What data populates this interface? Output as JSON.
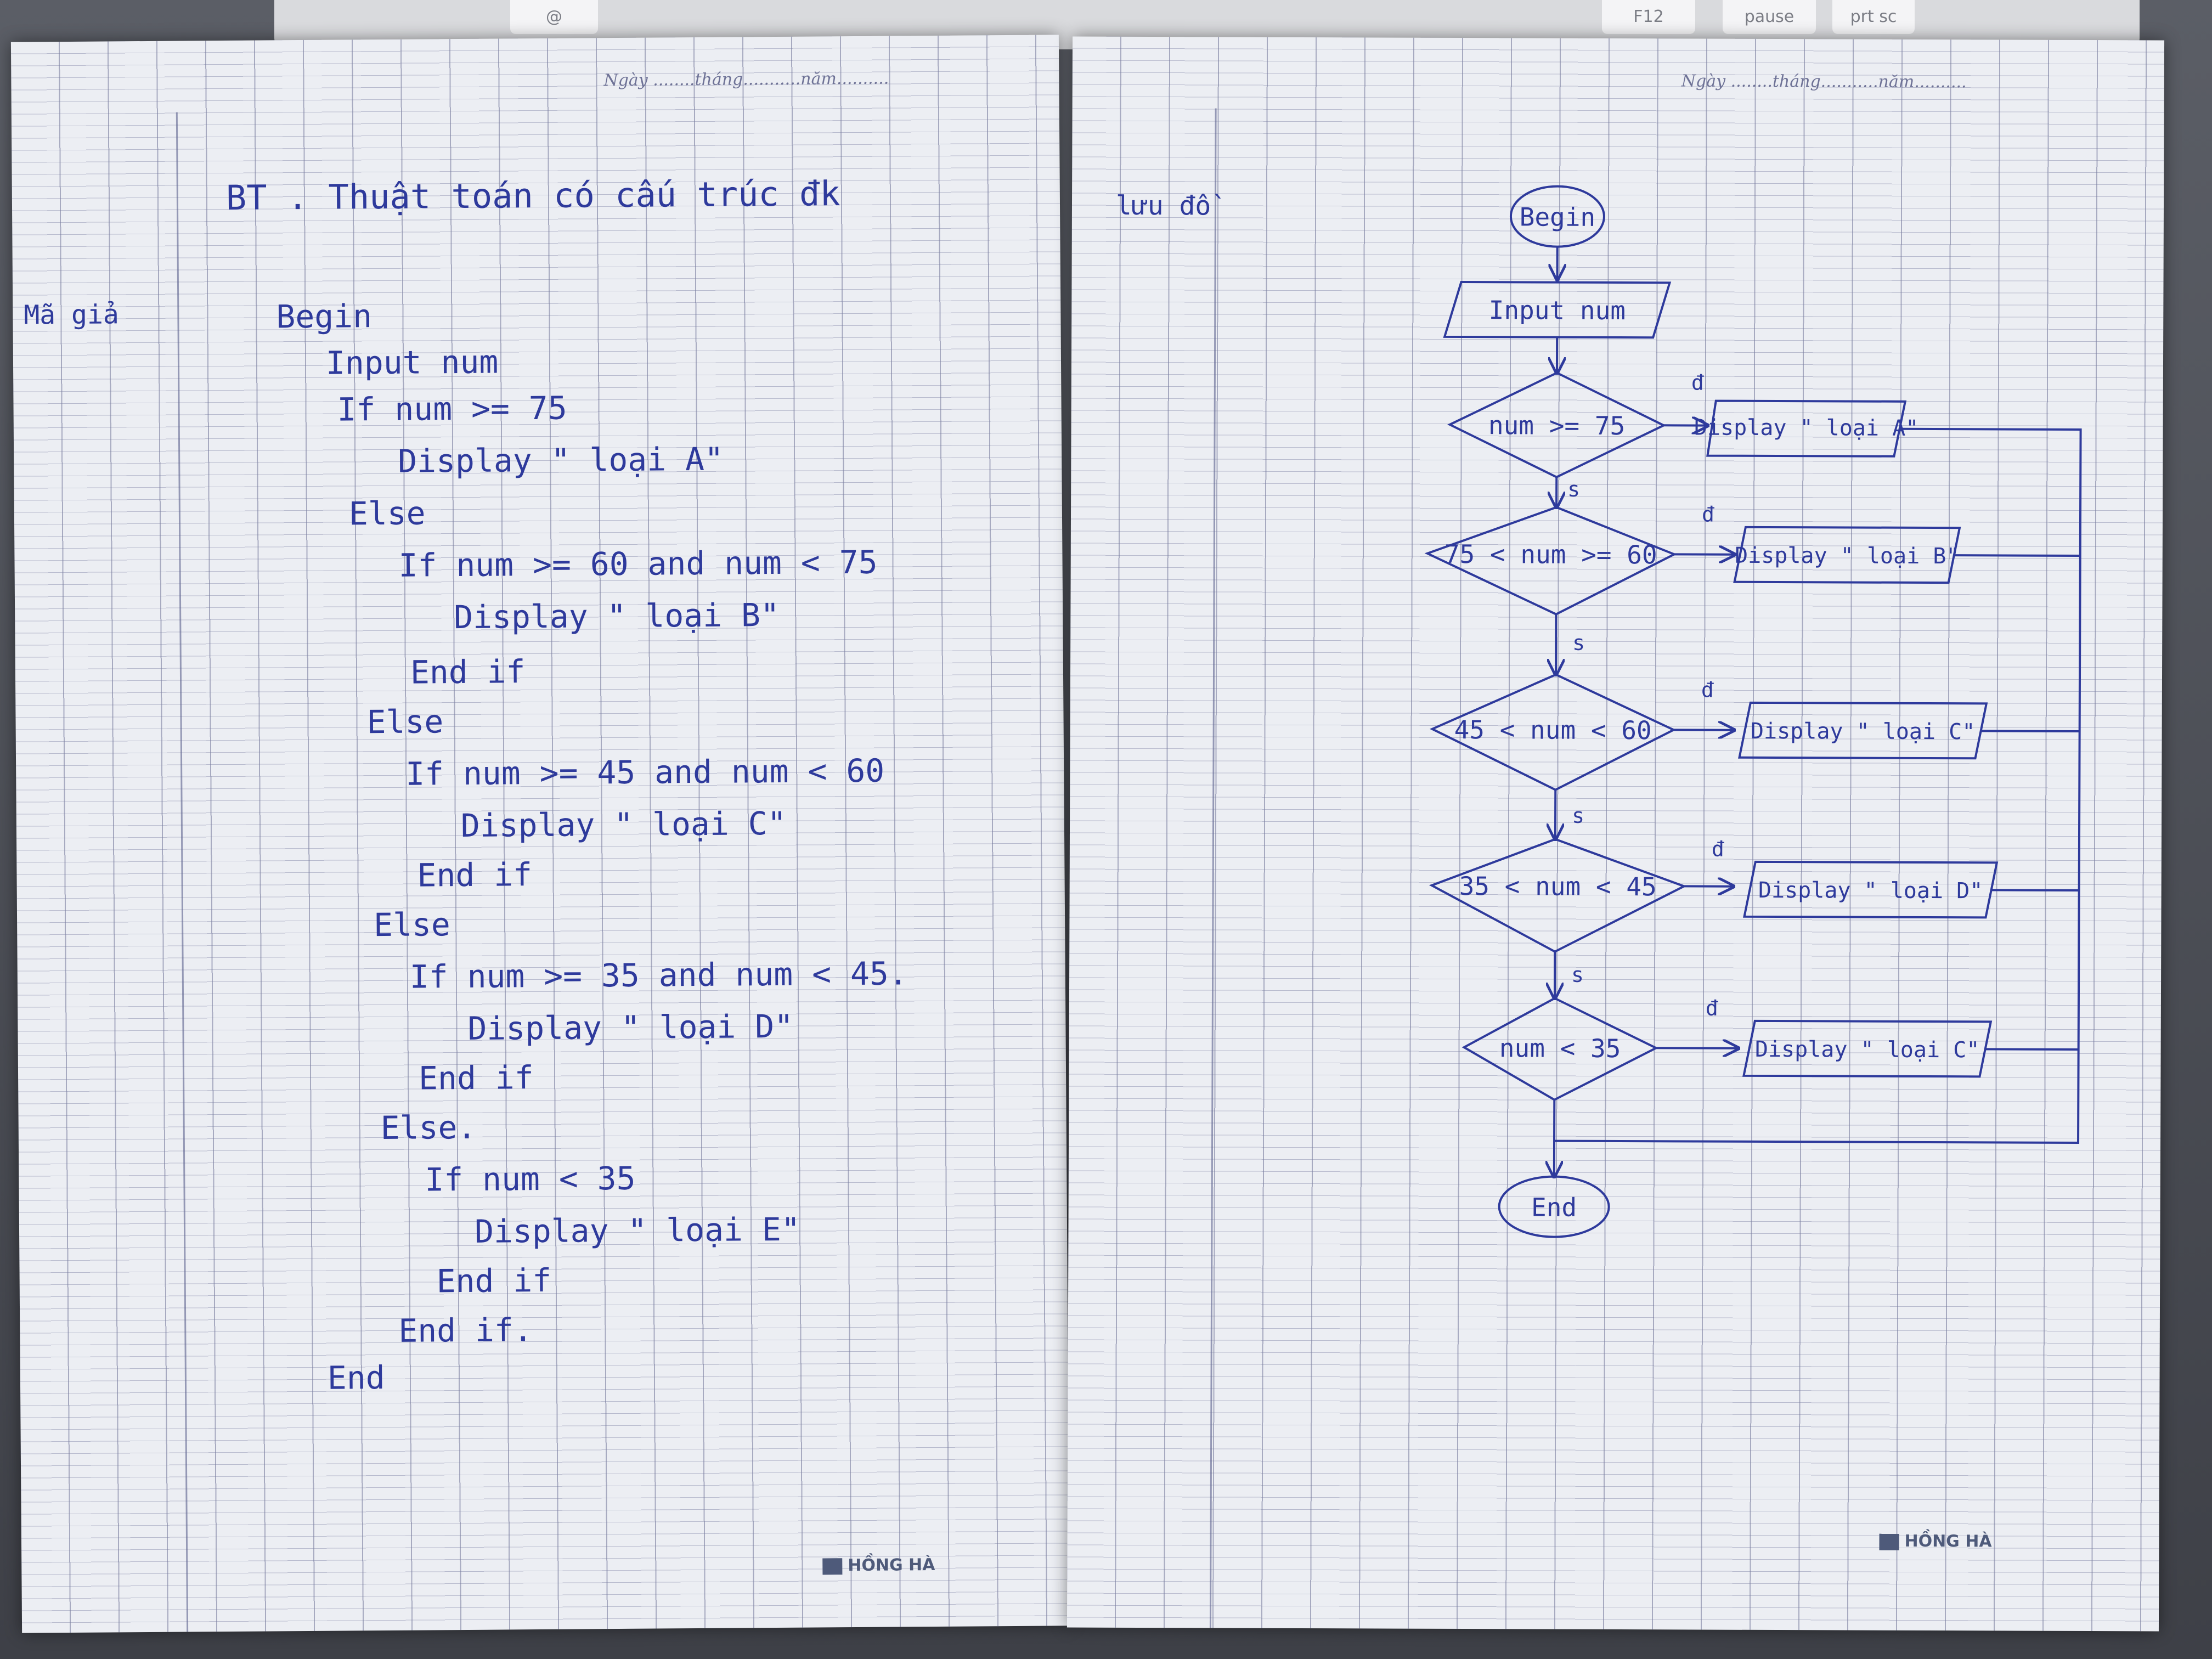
{
  "keyboard": {
    "keys": [
      "@",
      "F12",
      "pause",
      "prt sc"
    ]
  },
  "left_page": {
    "date_header": "Ngày ........tháng...........năm..........",
    "title": "BT . Thuật toán có cấu trúc đk",
    "side_label": "Mã giả",
    "code_lines": [
      "Begin",
      "Input num",
      "If   num >= 75",
      "Display  \" loại A\"",
      "Else",
      "If  num >= 60 and num < 75",
      "Display  \" loại B\"",
      "End if",
      "Else",
      "If num  >= 45  and  num < 60",
      "Display  \" loại C\"",
      "End if",
      "Else",
      "If  num >= 35  and  num < 45.",
      "Display  \" loại D\"",
      "End if",
      "Else.",
      "If  num  < 35",
      "Display  \" loại E\"",
      "End if",
      "End if.",
      "End"
    ],
    "brand": "HỒNG HÀ"
  },
  "right_page": {
    "date_header": "Ngày ........tháng...........năm..........",
    "side_label": "lưu đồ",
    "flowchart": {
      "start": "Begin",
      "input": "Input num",
      "decisions": [
        "num >= 75",
        "75 < num >= 60",
        "45 < num < 60",
        "35 < num < 45",
        "num < 35"
      ],
      "outputs": [
        "Display \" loại A\"",
        "Display \" loại B\"",
        "Display \" loại C\"",
        "Display \" loại D\"",
        "Display \" loại C\""
      ],
      "yes_label": "đ",
      "no_label": "s",
      "end": "End"
    },
    "brand": "HỒNG HÀ"
  }
}
